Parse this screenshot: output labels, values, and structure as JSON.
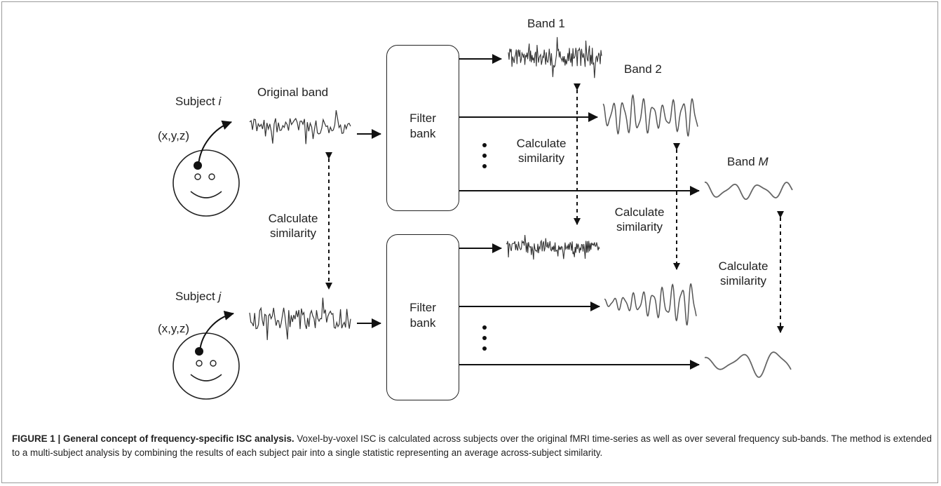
{
  "subjects": {
    "i": {
      "prefix": "Subject ",
      "var": "i"
    },
    "j": {
      "prefix": "Subject ",
      "var": "j"
    },
    "coord_label": "(x,y,z)"
  },
  "original_band_label": "Original band",
  "filter_bank": {
    "line1": "Filter",
    "line2": "bank"
  },
  "bands": {
    "band1": "Band 1",
    "band2": "Band 2",
    "bandM_prefix": "Band ",
    "bandM_var": "M"
  },
  "similarity": {
    "line1": "Calculate",
    "line2": "similarity"
  },
  "caption": {
    "bold": "FIGURE 1 | General concept of frequency-specific ISC analysis.",
    "text": " Voxel-by-voxel ISC is calculated across subjects over the original fMRI time-series as well as over several frequency sub-bands. The method is extended to a multi-subject analysis by combining the results of each subject pair into a single statistic representing an average across-subject similarity."
  }
}
